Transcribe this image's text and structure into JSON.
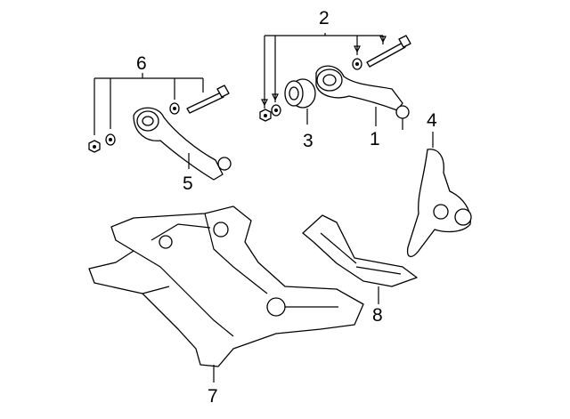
{
  "diagram": {
    "callouts": [
      {
        "id": "1",
        "label": "1",
        "part": "lower-control-arm-right"
      },
      {
        "id": "2",
        "label": "2",
        "part": "control-arm-hardware-right"
      },
      {
        "id": "3",
        "label": "3",
        "part": "bushing"
      },
      {
        "id": "4",
        "label": "4",
        "part": "steering-knuckle"
      },
      {
        "id": "5",
        "label": "5",
        "part": "lower-control-arm-left"
      },
      {
        "id": "6",
        "label": "6",
        "part": "control-arm-hardware-left"
      },
      {
        "id": "7",
        "label": "7",
        "part": "engine-cradle"
      },
      {
        "id": "8",
        "label": "8",
        "part": "cross-member"
      }
    ]
  }
}
